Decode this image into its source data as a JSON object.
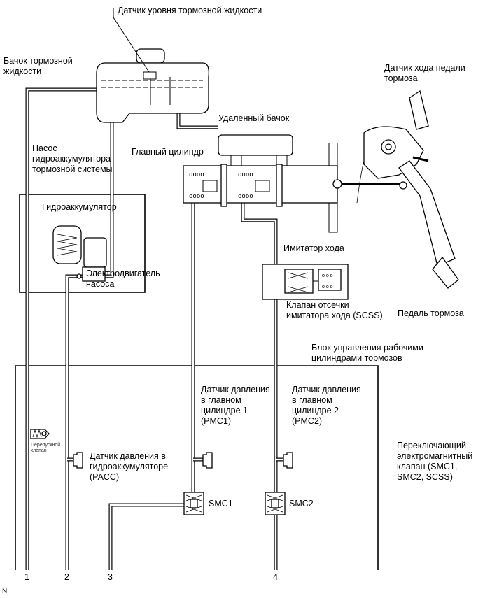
{
  "labels": {
    "fluid_level_sensor": "Датчик уровня тормозной жидкости",
    "reservoir": "Бачок тормозной\nжидкости",
    "pedal_stroke_sensor": "Датчик хода педали\nтормоза",
    "remote_reservoir": "Удаленный бачок",
    "master_cylinder": "Главный цилиндр",
    "accumulator_pump": "Насос\nгидроаккумулятора\nтормозной системы",
    "accumulator": "Гидроаккумулятор",
    "pump_motor": "Электродвигатель\nнасоса",
    "stroke_simulator": "Имитатор хода",
    "scss_valve": "Клапан отсечки\nимитатора хода (SCSS)",
    "brake_pedal": "Педаль тормоза",
    "actuator": "Блок управления рабочими\nцилиндрами тормозов",
    "pmc1": "Датчик давления\nв главном\nцилиндре 1\n(PMC1)",
    "pmc2": "Датчик давления\nв главном\nцилиндре 2\n(PMC2)",
    "relief_valve": "Перепускной\nклапан",
    "pacc": "Датчик давления в\nгидроаккумуляторе\n(PACC)",
    "switching_valve": "Переключающий\nэлектромагнитный\nклапан (SMC1,\nSMC2, SCSS)",
    "smc1": "SMC1",
    "smc2": "SMC2",
    "corner": "N"
  },
  "port_numbers": [
    "1",
    "2",
    "3",
    "4"
  ]
}
